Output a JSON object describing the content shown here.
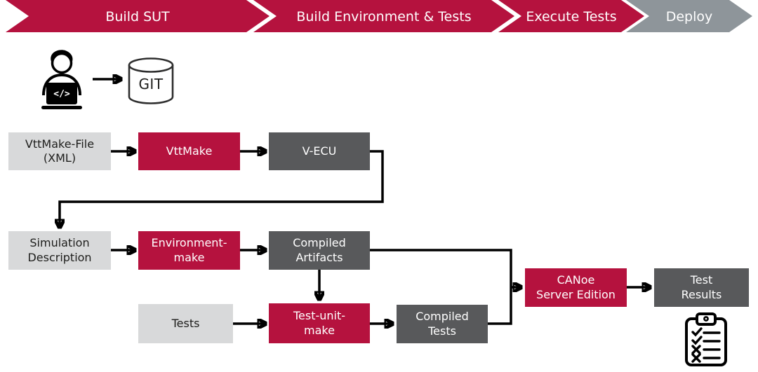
{
  "pipeline_stages": [
    {
      "label": "Build SUT",
      "color": "#b5123e"
    },
    {
      "label": "Build Environment & Tests",
      "color": "#b5123e"
    },
    {
      "label": "Execute Tests",
      "color": "#b5123e"
    },
    {
      "label": "Deploy",
      "color": "#8e959a"
    }
  ],
  "source_control": {
    "developer_icon": "developer-with-laptop-icon",
    "code_glyph": "</>",
    "repository_label": "GIT"
  },
  "nodes": {
    "vttmake_file": {
      "label": "VttMake-File\n(XML)",
      "type": "input-artifact"
    },
    "vttmake": {
      "label": "VttMake",
      "type": "tool"
    },
    "vecu": {
      "label": "V-ECU",
      "type": "output-artifact"
    },
    "simulation_description": {
      "label": "Simulation\nDescription",
      "type": "input-artifact"
    },
    "environment_make": {
      "label": "Environment-\nmake",
      "type": "tool"
    },
    "compiled_artifacts": {
      "label": "Compiled\nArtifacts",
      "type": "output-artifact"
    },
    "tests": {
      "label": "Tests",
      "type": "input-artifact"
    },
    "test_unit_make": {
      "label": "Test-unit-\nmake",
      "type": "tool"
    },
    "compiled_tests": {
      "label": "Compiled\nTests",
      "type": "output-artifact"
    },
    "canoe_server": {
      "label": "CANoe\nServer Edition",
      "type": "tool"
    },
    "test_results": {
      "label": "Test\nResults",
      "type": "output-artifact"
    }
  },
  "edges": [
    {
      "from": "developer",
      "to": "git"
    },
    {
      "from": "vttmake_file",
      "to": "vttmake"
    },
    {
      "from": "vttmake",
      "to": "vecu"
    },
    {
      "from": "vecu",
      "to": "simulation_description"
    },
    {
      "from": "simulation_description",
      "to": "environment_make"
    },
    {
      "from": "environment_make",
      "to": "compiled_artifacts"
    },
    {
      "from": "compiled_artifacts",
      "to": "test_unit_make"
    },
    {
      "from": "tests",
      "to": "test_unit_make"
    },
    {
      "from": "test_unit_make",
      "to": "compiled_tests"
    },
    {
      "from": "compiled_artifacts",
      "to": "canoe_server"
    },
    {
      "from": "compiled_tests",
      "to": "canoe_server"
    },
    {
      "from": "canoe_server",
      "to": "test_results"
    }
  ],
  "results_icon": "clipboard-checklist-icon",
  "colors": {
    "brand_red": "#b5123e",
    "stage_gray": "#8e959a",
    "box_light_gray": "#d8d9da",
    "box_dark_gray": "#58595b",
    "connector_black": "#000000",
    "text_dark": "#1d1d1b",
    "text_light": "#ffffff"
  }
}
